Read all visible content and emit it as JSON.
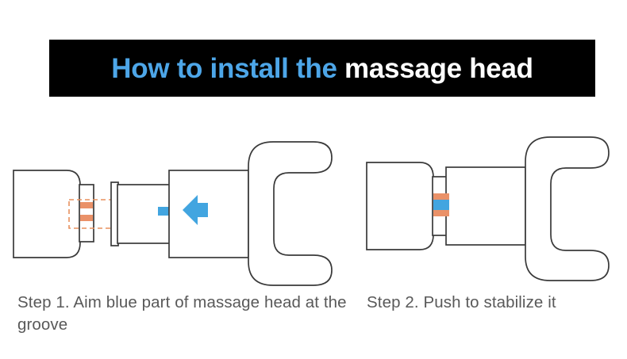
{
  "page": {
    "background_color": "#ffffff"
  },
  "banner": {
    "background_color": "#000000",
    "title_part1": "How to install the ",
    "title_part1_color": "#4da6e8",
    "title_part2": "massage head",
    "title_part2_color": "#ffffff"
  },
  "palette": {
    "outline": "#3a3a3a",
    "orange": "#ea9168",
    "blue": "#42a5e0",
    "dashed_orange": "#e8915f",
    "caption_text": "#595959"
  },
  "steps": [
    {
      "id": "step-1",
      "caption": "Step 1. Aim blue part of massage head at the groove",
      "parts": {
        "device_body": "massager-body",
        "collar": "collar-with-groove",
        "groove_marks": "orange-groove-bars",
        "alignment_box": "dashed-alignment-box",
        "blue_tab": "blue-alignment-tab",
        "arrow": "blue-left-arrow",
        "head_shaft": "massage-head-shaft",
        "head_body": "massage-head-body",
        "fork": "c-shaped-fork"
      }
    },
    {
      "id": "step-2",
      "caption": "Step 2. Push to stabilize it",
      "parts": {
        "device_body": "massager-body",
        "collar": "collar-with-groove",
        "groove_marks": "orange-groove-bars",
        "blue_tab": "blue-alignment-tab-seated",
        "head_body": "massage-head-body",
        "fork": "c-shaped-fork"
      }
    }
  ]
}
